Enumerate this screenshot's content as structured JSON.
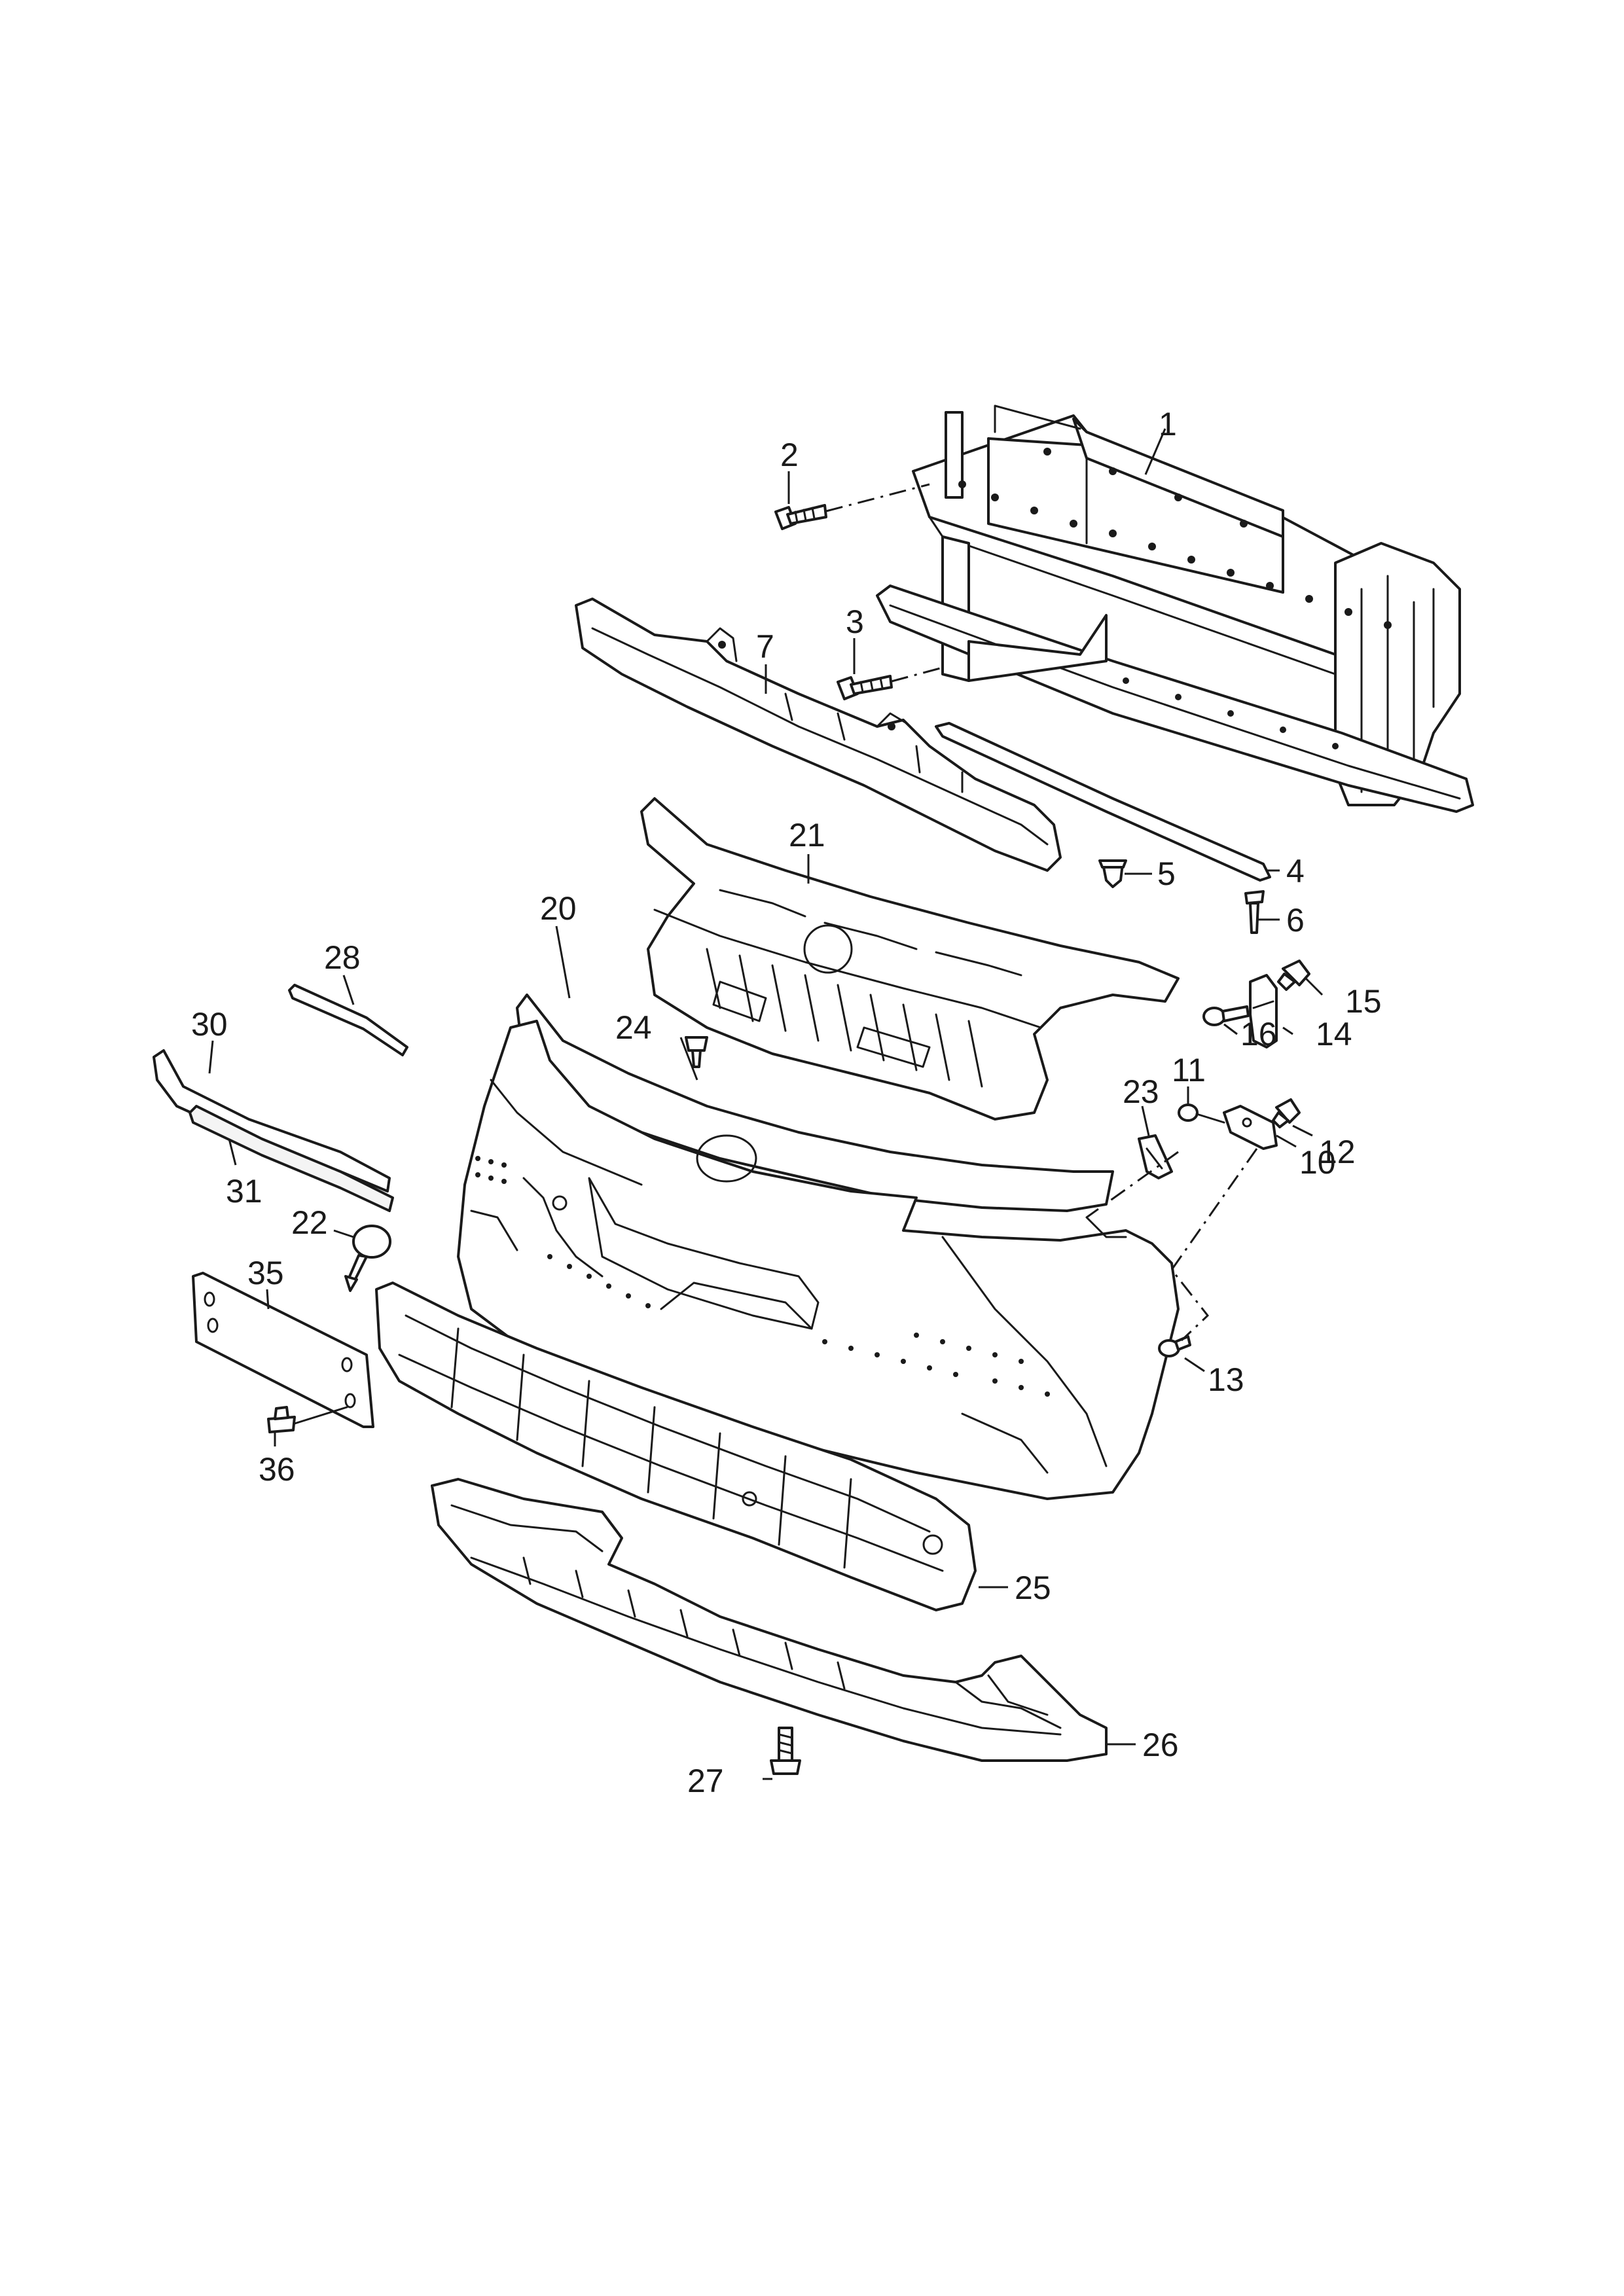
{
  "callouts": [
    {
      "id": "1",
      "label": "1"
    },
    {
      "id": "2",
      "label": "2"
    },
    {
      "id": "3",
      "label": "3"
    },
    {
      "id": "4",
      "label": "4"
    },
    {
      "id": "5",
      "label": "5"
    },
    {
      "id": "6",
      "label": "6"
    },
    {
      "id": "7",
      "label": "7"
    },
    {
      "id": "10",
      "label": "10"
    },
    {
      "id": "11",
      "label": "11"
    },
    {
      "id": "12",
      "label": "12"
    },
    {
      "id": "13",
      "label": "13"
    },
    {
      "id": "14",
      "label": "14"
    },
    {
      "id": "15",
      "label": "15"
    },
    {
      "id": "16",
      "label": "16"
    },
    {
      "id": "20",
      "label": "20"
    },
    {
      "id": "21",
      "label": "21"
    },
    {
      "id": "22",
      "label": "22"
    },
    {
      "id": "23",
      "label": "23"
    },
    {
      "id": "24",
      "label": "24"
    },
    {
      "id": "25",
      "label": "25"
    },
    {
      "id": "26",
      "label": "26"
    },
    {
      "id": "27",
      "label": "27"
    },
    {
      "id": "28",
      "label": "28"
    },
    {
      "id": "30",
      "label": "30"
    },
    {
      "id": "31",
      "label": "31"
    },
    {
      "id": "35",
      "label": "35"
    },
    {
      "id": "36",
      "label": "36"
    }
  ]
}
